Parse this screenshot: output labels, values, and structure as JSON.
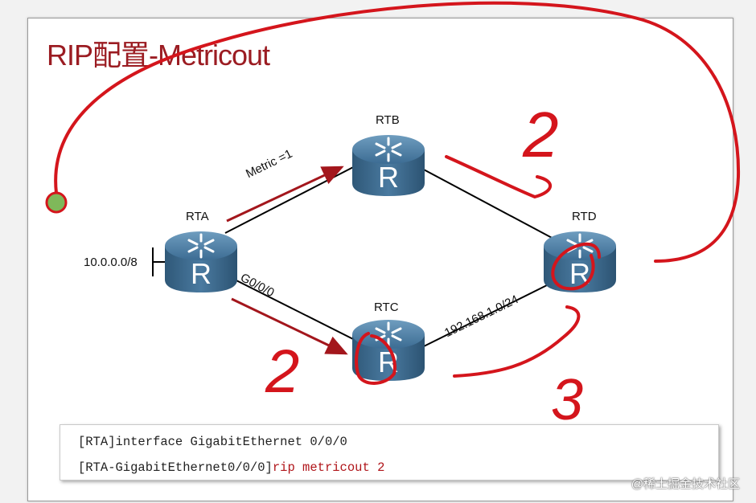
{
  "title": "RIP配置-Metricout",
  "routers": {
    "rta": {
      "name": "RTA",
      "glyph": "R"
    },
    "rtb": {
      "name": "RTB",
      "glyph": "R"
    },
    "rtc": {
      "name": "RTC",
      "glyph": "R"
    },
    "rtd": {
      "name": "RTD",
      "glyph": "R"
    }
  },
  "labels": {
    "network": "10.0.0.0/8",
    "metric": "Metric =1",
    "interface": "G0/0/0",
    "subnet": "192.168.1.0/24"
  },
  "annotations": {
    "rtb_hop": "2",
    "rtc_hop": "2",
    "rtd_hop": "3"
  },
  "commands": [
    {
      "prompt": "[RTA]",
      "text": "interface GigabitEthernet 0/0/0",
      "highlight": ""
    },
    {
      "prompt": "[RTA-GigabitEthernet0/0/0]",
      "text": "",
      "highlight": "rip metricout 2"
    }
  ],
  "watermark": "@稀土掘金技术社区",
  "colors": {
    "title": "#9b1c22",
    "arrow": "#a3161c",
    "ink": "#d4151c",
    "router": "#3b6a8f",
    "marker": "#7fb85a"
  }
}
